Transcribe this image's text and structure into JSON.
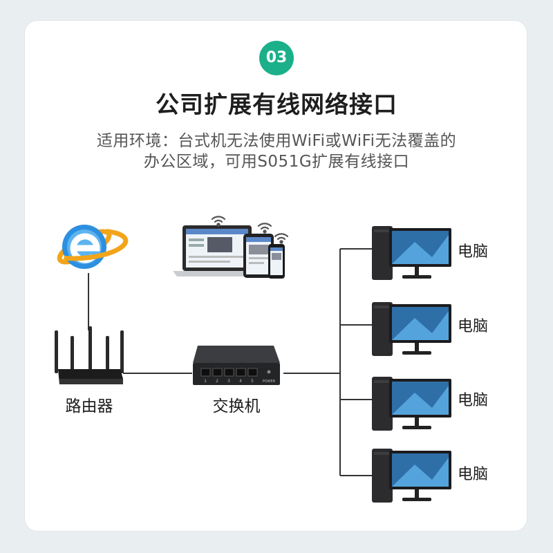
{
  "badge": "03",
  "title": "公司扩展有线网络接口",
  "subtitle_line1": "适用环境：台式机无法使用WiFi或WiFi无法覆盖的",
  "subtitle_line2": "办公区域，可用S051G扩展有线接口",
  "colors": {
    "accent": "#1bb08a",
    "background": "#e9eef1",
    "card": "#ffffff",
    "line": "#333333"
  },
  "icons": [
    "internet-explorer-icon",
    "wifi-icon",
    "router-icon",
    "switch-icon",
    "computer-icon"
  ],
  "nodes": {
    "router": "路由器",
    "switch": "交换机",
    "switch_port_numbers": [
      "1",
      "2",
      "3",
      "4",
      "5"
    ],
    "switch_power_label": "POWER",
    "computers": [
      "电脑",
      "电脑",
      "电脑",
      "电脑"
    ]
  }
}
